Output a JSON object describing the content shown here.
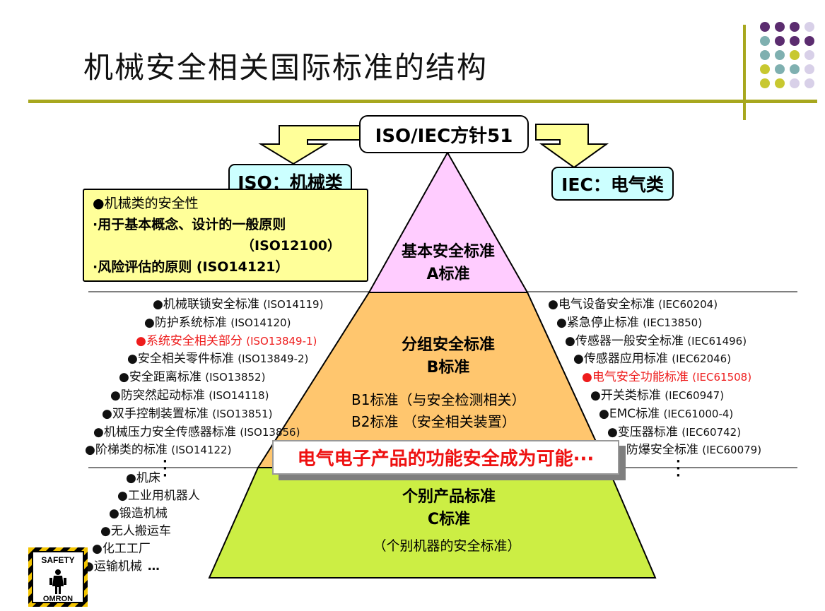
{
  "title": "机械安全相关国际标准的结构",
  "top_box": "ISO/IEC方针51",
  "iso_box": "ISO：机械类",
  "iec_box": "IEC：电气类",
  "note": {
    "heading": "●机械类的安全性",
    "line1": "·用于基本概念、设计的一般原则",
    "line2": "（ISO12100）",
    "line3": "·风险评估的原则  (ISO14121）"
  },
  "level_a": {
    "line1": "基本安全标准",
    "line2": "A标准"
  },
  "level_b": {
    "line1": "分组安全标准",
    "line2": "B标准",
    "b1": "B1标准（与安全检测相关）",
    "b2": "B2标准 （安全相关装置）"
  },
  "level_c": {
    "line1": "个别产品标准",
    "line2": "C标准",
    "line3": "（个别机器的安全标准）"
  },
  "banner": "电气电子产品的功能安全成为可能···",
  "left_b_list": [
    {
      "name": "●机械联锁安全标准",
      "code": "(ISO14119)",
      "highlight": false
    },
    {
      "name": "●防护系统标准",
      "code": "(ISO14120)",
      "highlight": false
    },
    {
      "name": "●系统安全相关部分",
      "code": "(ISO13849-1)",
      "highlight": true
    },
    {
      "name": "●安全相关零件标准",
      "code": "(ISO13849-2)",
      "highlight": false
    },
    {
      "name": "●安全距离标准",
      "code": "(ISO13852)",
      "highlight": false
    },
    {
      "name": "●防突然起动标准",
      "code": "(ISO14118)",
      "highlight": false
    },
    {
      "name": "●双手控制装置标准",
      "code": "(ISO13851)",
      "highlight": false
    },
    {
      "name": "●机械压力安全传感器标准",
      "code": "(ISO13856)",
      "highlight": false
    },
    {
      "name": "●阶梯类的标准",
      "code": "(ISO14122)",
      "highlight": false
    }
  ],
  "right_b_list": [
    {
      "name": "●电气设备安全标准",
      "code": "(IEC60204)",
      "highlight": false
    },
    {
      "name": "●紧急停止标准",
      "code": "(IEC13850)",
      "highlight": false
    },
    {
      "name": "●传感器一般安全标准",
      "code": "(IEC61496)",
      "highlight": false
    },
    {
      "name": "●传感器应用标准",
      "code": "(IEC62046)",
      "highlight": false
    },
    {
      "name": "●电气安全功能标准",
      "code": "(IEC61508)",
      "highlight": true
    },
    {
      "name": "●开关类标准",
      "code": "(IEC60947)",
      "highlight": false
    },
    {
      "name": "●EMC标准",
      "code": "(IEC61000-4)",
      "highlight": false
    },
    {
      "name": "●变压器标准",
      "code": "(IEC60742)",
      "highlight": false
    },
    {
      "name": "●防爆安全标准",
      "code": "(IEC60079)",
      "highlight": false
    }
  ],
  "c_list": [
    "●机床",
    "●工业用机器人",
    "●锻造机械",
    "●无人搬运车",
    "●化工工厂",
    "●运输机械"
  ],
  "c_list_more": "…",
  "vdots": "·\n·\n·",
  "logo": {
    "top": "SAFETY",
    "bottom": "OMRON"
  },
  "colors": {
    "accent_olive": "#a7a71e",
    "level_a_fill": "#ffccff",
    "level_b_fill": "#ffc66e",
    "level_c_fill": "#ccee44",
    "iso_iec_box": "#ccffff",
    "note_fill": "#ffff99",
    "arrow_fill": "#ffff99",
    "highlight_red": "#ee1c1c",
    "dots": [
      "#5b2c6f",
      "#7fb0b0",
      "#c8c830",
      "#d8d0e8"
    ]
  }
}
